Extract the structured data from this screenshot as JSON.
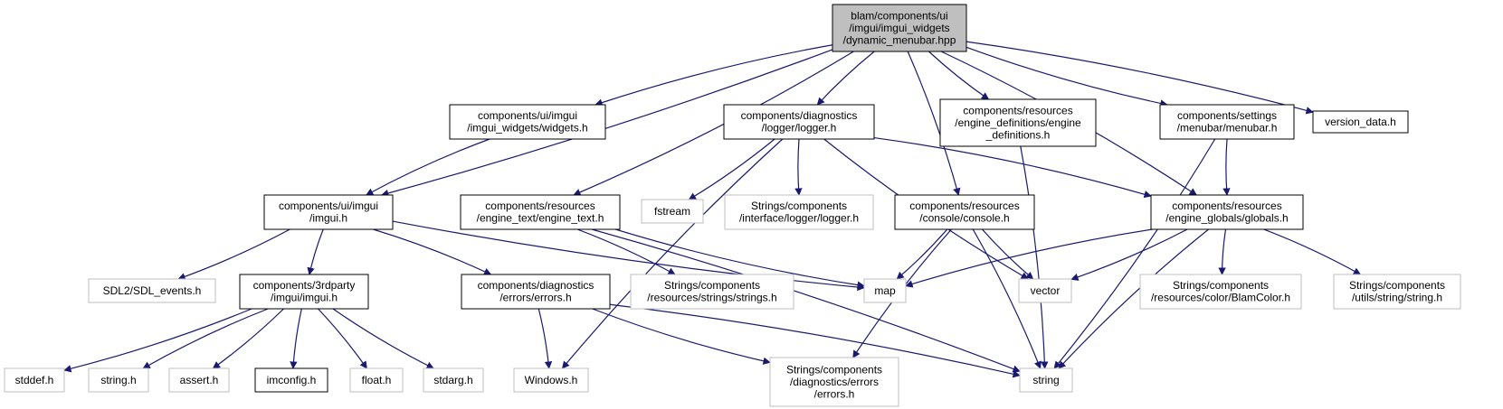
{
  "colors": {
    "root_fill": "#bfbfbf",
    "edge": "#191970",
    "internal_border": "#000000",
    "external_border": "#bfbfbf",
    "background": "#ffffff"
  },
  "nodes": [
    {
      "id": "root",
      "kind": "root",
      "lines": [
        "blam/components/ui",
        "/imgui/imgui_widgets",
        "/dynamic_menubar.hpp"
      ]
    },
    {
      "id": "widgets_h",
      "kind": "internal",
      "lines": [
        "components/ui/imgui",
        "/imgui_widgets/widgets.h"
      ]
    },
    {
      "id": "logger_h",
      "kind": "internal",
      "lines": [
        "components/diagnostics",
        "/logger/logger.h"
      ]
    },
    {
      "id": "engine_definitions_h",
      "kind": "internal",
      "lines": [
        "components/resources",
        "/engine_definitions/engine",
        "_definitions.h"
      ]
    },
    {
      "id": "menubar_h",
      "kind": "internal",
      "lines": [
        "components/settings",
        "/menubar/menubar.h"
      ]
    },
    {
      "id": "version_data_h",
      "kind": "internal",
      "lines": [
        "version_data.h"
      ]
    },
    {
      "id": "imgui_h",
      "kind": "internal",
      "lines": [
        "components/ui/imgui",
        "/imgui.h"
      ]
    },
    {
      "id": "engine_text_h",
      "kind": "internal",
      "lines": [
        "components/resources",
        "/engine_text/engine_text.h"
      ]
    },
    {
      "id": "fstream",
      "kind": "external",
      "lines": [
        "fstream"
      ]
    },
    {
      "id": "strings_logger_h",
      "kind": "external",
      "lines": [
        "Strings/components",
        "/interface/logger/logger.h"
      ]
    },
    {
      "id": "console_h",
      "kind": "internal",
      "lines": [
        "components/resources",
        "/console/console.h"
      ]
    },
    {
      "id": "globals_h",
      "kind": "internal",
      "lines": [
        "components/resources",
        "/engine_globals/globals.h"
      ]
    },
    {
      "id": "sdl_events_h",
      "kind": "external",
      "lines": [
        "SDL2/SDL_events.h"
      ]
    },
    {
      "id": "thirdparty_imgui_h",
      "kind": "internal",
      "lines": [
        "components/3rdparty",
        "/imgui/imgui.h"
      ]
    },
    {
      "id": "errors_h",
      "kind": "internal",
      "lines": [
        "components/diagnostics",
        "/errors/errors.h"
      ]
    },
    {
      "id": "strings_h",
      "kind": "external",
      "lines": [
        "Strings/components",
        "/resources/strings/strings.h"
      ]
    },
    {
      "id": "map",
      "kind": "external",
      "lines": [
        "map"
      ]
    },
    {
      "id": "vector",
      "kind": "external",
      "lines": [
        "vector"
      ]
    },
    {
      "id": "blamcolor_h",
      "kind": "external",
      "lines": [
        "Strings/components",
        "/resources/color/BlamColor.h"
      ]
    },
    {
      "id": "string_h_utils",
      "kind": "external",
      "lines": [
        "Strings/components",
        "/utils/string/string.h"
      ]
    },
    {
      "id": "stddef_h",
      "kind": "external",
      "lines": [
        "stddef.h"
      ]
    },
    {
      "id": "string_dot_h",
      "kind": "external",
      "lines": [
        "string.h"
      ]
    },
    {
      "id": "assert_h",
      "kind": "external",
      "lines": [
        "assert.h"
      ]
    },
    {
      "id": "imconfig_h",
      "kind": "internal",
      "lines": [
        "imconfig.h"
      ]
    },
    {
      "id": "float_h",
      "kind": "external",
      "lines": [
        "float.h"
      ]
    },
    {
      "id": "stdarg_h",
      "kind": "external",
      "lines": [
        "stdarg.h"
      ]
    },
    {
      "id": "windows_h",
      "kind": "external",
      "lines": [
        "Windows.h"
      ]
    },
    {
      "id": "strings_errors_h",
      "kind": "external",
      "lines": [
        "Strings/components",
        "/diagnostics/errors",
        "/errors.h"
      ]
    },
    {
      "id": "string",
      "kind": "external",
      "lines": [
        "string"
      ]
    }
  ],
  "edges": [
    [
      "root",
      "imgui_h"
    ],
    [
      "root",
      "widgets_h"
    ],
    [
      "root",
      "engine_text_h"
    ],
    [
      "root",
      "logger_h"
    ],
    [
      "root",
      "console_h"
    ],
    [
      "root",
      "engine_definitions_h"
    ],
    [
      "root",
      "globals_h"
    ],
    [
      "root",
      "menubar_h"
    ],
    [
      "root",
      "version_data_h"
    ],
    [
      "widgets_h",
      "imgui_h"
    ],
    [
      "imgui_h",
      "sdl_events_h"
    ],
    [
      "imgui_h",
      "thirdparty_imgui_h"
    ],
    [
      "imgui_h",
      "errors_h"
    ],
    [
      "imgui_h",
      "map"
    ],
    [
      "engine_text_h",
      "strings_h"
    ],
    [
      "engine_text_h",
      "map"
    ],
    [
      "engine_text_h",
      "string"
    ],
    [
      "logger_h",
      "windows_h"
    ],
    [
      "logger_h",
      "fstream"
    ],
    [
      "logger_h",
      "strings_logger_h"
    ],
    [
      "logger_h",
      "globals_h"
    ],
    [
      "logger_h",
      "vector"
    ],
    [
      "console_h",
      "map"
    ],
    [
      "console_h",
      "vector"
    ],
    [
      "console_h",
      "string"
    ],
    [
      "console_h",
      "strings_errors_h"
    ],
    [
      "engine_definitions_h",
      "string"
    ],
    [
      "menubar_h",
      "globals_h"
    ],
    [
      "menubar_h",
      "string"
    ],
    [
      "globals_h",
      "map"
    ],
    [
      "globals_h",
      "vector"
    ],
    [
      "globals_h",
      "blamcolor_h"
    ],
    [
      "globals_h",
      "string_h_utils"
    ],
    [
      "globals_h",
      "string"
    ],
    [
      "thirdparty_imgui_h",
      "stddef_h"
    ],
    [
      "thirdparty_imgui_h",
      "string_dot_h"
    ],
    [
      "thirdparty_imgui_h",
      "assert_h"
    ],
    [
      "thirdparty_imgui_h",
      "imconfig_h"
    ],
    [
      "thirdparty_imgui_h",
      "float_h"
    ],
    [
      "thirdparty_imgui_h",
      "stdarg_h"
    ],
    [
      "errors_h",
      "windows_h"
    ],
    [
      "errors_h",
      "strings_errors_h"
    ],
    [
      "errors_h",
      "string"
    ]
  ]
}
